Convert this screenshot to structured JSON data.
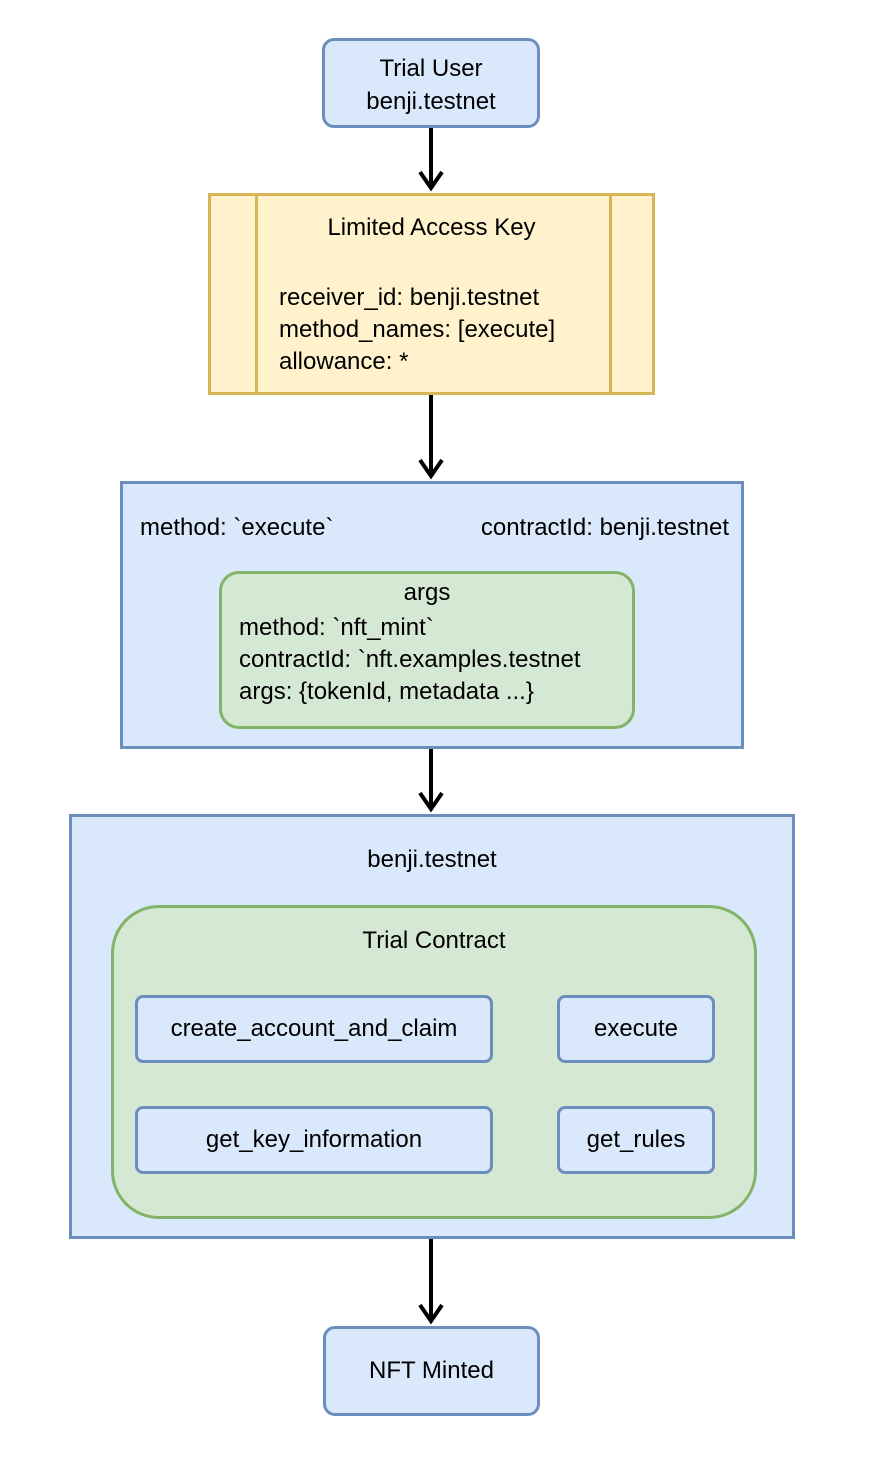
{
  "trial_user": {
    "line1": "Trial User",
    "line2": "benji.testnet"
  },
  "access_key": {
    "title": "Limited Access Key",
    "receiver": "receiver_id: benji.testnet",
    "methods": "method_names: [execute]",
    "allowance": "allowance: *"
  },
  "transaction": {
    "method": "method: `execute`",
    "contract_id": "contractId: benji.testnet",
    "args": {
      "title": "args",
      "method": "method: `nft_mint`",
      "contract_id": "contractId: `nft.examples.testnet",
      "args": "args: {tokenId, metadata ...}"
    }
  },
  "account": {
    "title": "benji.testnet",
    "contract": {
      "title": "Trial Contract",
      "functions": [
        "create_account_and_claim",
        "execute",
        "get_key_information",
        "get_rules"
      ]
    }
  },
  "result": {
    "label": "NFT Minted"
  },
  "colors": {
    "blue_fill": "#dae8fc",
    "blue_stroke": "#6c8ebf",
    "yellow_fill": "#fff2cc",
    "yellow_stroke": "#d6b656",
    "green_fill": "#d5e8d4",
    "green_stroke": "#82b366",
    "arrow": "#000000"
  }
}
